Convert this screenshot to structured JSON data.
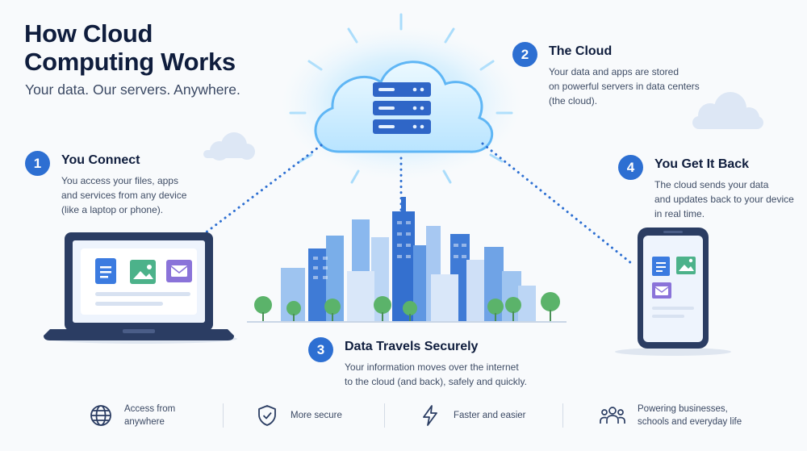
{
  "header": {
    "title_line1": "How Cloud",
    "title_line2": "Computing Works",
    "subtitle": "Your data. Our servers. Anywhere."
  },
  "steps": [
    {
      "number": "1",
      "title": "You Connect",
      "desc": [
        "You access your files, apps",
        "and services from any device",
        "(like a laptop or phone)."
      ]
    },
    {
      "number": "2",
      "title": "The Cloud",
      "desc": [
        "Your data and apps are stored",
        "on powerful servers in data centers",
        "(the cloud)."
      ]
    },
    {
      "number": "3",
      "title": "Data Travels Securely",
      "desc": [
        "Your information moves over the internet",
        "to the cloud (and back), safely and quickly."
      ]
    },
    {
      "number": "4",
      "title": "You Get It Back",
      "desc": [
        "The cloud sends your data",
        "and updates back to your device",
        "in real time."
      ]
    }
  ],
  "features": [
    {
      "icon": "globe-icon",
      "text": [
        "Access from",
        "anywhere"
      ]
    },
    {
      "icon": "shield-check-icon",
      "text": [
        "More secure"
      ]
    },
    {
      "icon": "lightning-icon",
      "text": [
        "Faster and easier"
      ]
    },
    {
      "icon": "people-icon",
      "text": [
        "Powering businesses,",
        "schools and everyday life"
      ]
    }
  ],
  "colors": {
    "accent": "#2d6fd2",
    "heading": "#0f1d3d",
    "cloud_glow": "#8fd3ff",
    "cloud_fill": "#cfeeff",
    "server": "#2f66c7",
    "icon_doc": "#3b7be0",
    "icon_image": "#4cb28a",
    "icon_mail": "#8a73d9",
    "tree": "#5bb36a"
  }
}
